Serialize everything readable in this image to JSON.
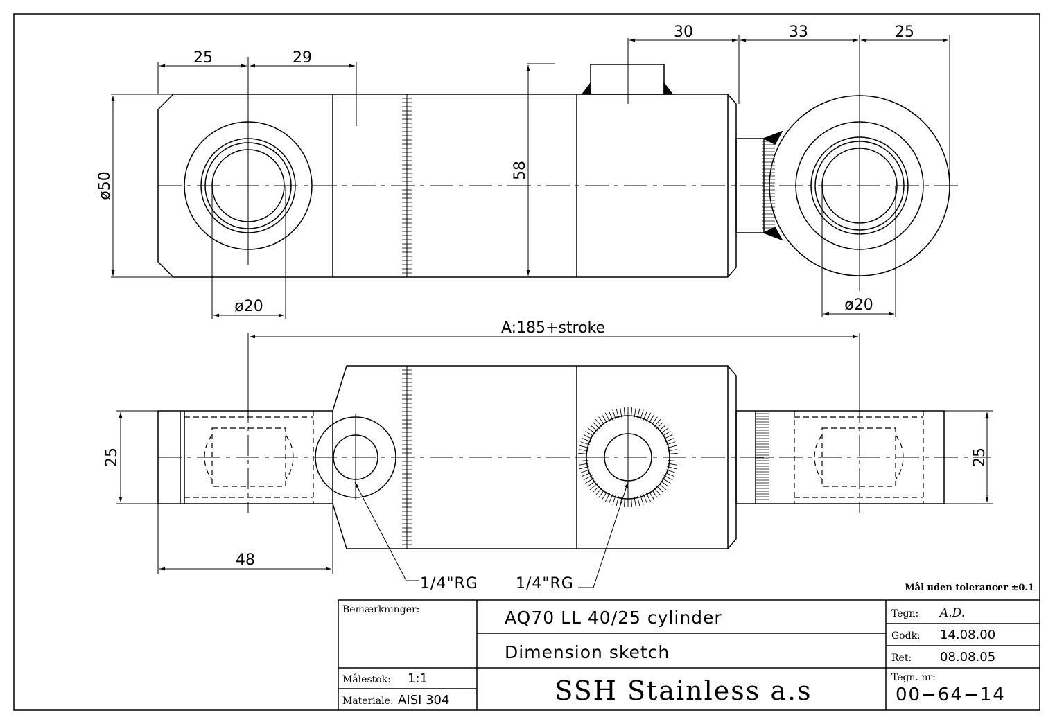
{
  "dimensions": {
    "top_d1": "25",
    "top_d2": "29",
    "top_d3": "30",
    "top_d4": "33",
    "top_d5": "25",
    "body_height": "58",
    "diameter_body": "ø50",
    "diameter_pin_left": "ø20",
    "diameter_pin_right": "ø20",
    "length_a": "A:185+stroke",
    "width_left": "25",
    "width_right": "25",
    "eye_length": "48",
    "port_label_1": "1/4\"RG",
    "port_label_2": "1/4\"RG"
  },
  "title_block": {
    "tolerance_note": "Mål uden tolerancer ±0.1",
    "remarks_label": "Bemærkninger:",
    "title_line1": "AQ70 LL 40/25 cylinder",
    "title_line2": "Dimension sketch",
    "scale_label": "Målestok:",
    "scale_value": "1:1",
    "material_label": "Materiale:",
    "material_value": "AISI 304",
    "company": "SSH Stainless a.s",
    "drawn_label": "Tegn:",
    "drawn_value": "A.D.",
    "approved_label": "Godk:",
    "approved_value": "14.08.00",
    "revised_label": "Ret:",
    "revised_value": "08.08.05",
    "drawing_no_label": "Tegn. nr:",
    "drawing_no_value": "00−64−14"
  }
}
